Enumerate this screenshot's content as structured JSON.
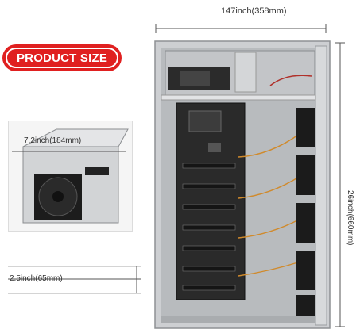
{
  "badge": {
    "label": "PRODUCT SIZE"
  },
  "dimensions": {
    "width_label": "147inch(358mm)",
    "height_label": "26inch(660mm)",
    "depth_label": "7.2inch(184mm)",
    "slot_label": "2.5inch(65mm)"
  },
  "colors": {
    "badge_red": "#e02020",
    "case_gray": "#c7c9cb",
    "board_dark": "#2a2a2a",
    "fan_black": "#1b1b1b"
  },
  "icons": [
    "fan-icon",
    "motherboard-icon",
    "power-supply-icon"
  ]
}
